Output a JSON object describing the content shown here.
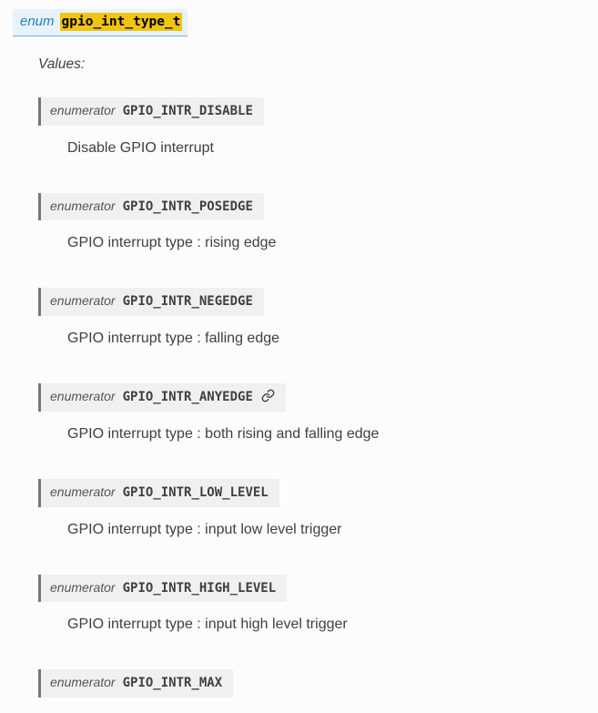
{
  "colors": {
    "highlight": "#f1c40f",
    "signature_bg": "#e7f2fa",
    "signature_accent": "#2980b9",
    "signature_border": "#6ab0de",
    "enumerator_bg": "#f0f0f0",
    "enumerator_border": "#777777",
    "text": "#404040"
  },
  "enum_header": {
    "keyword": "enum",
    "name": "gpio_int_type_t"
  },
  "values_label": "Values:",
  "icons": {
    "anyedge_headerlink": "chain-link-icon"
  },
  "enumerators": [
    {
      "keyword": "enumerator",
      "name": "GPIO_INTR_DISABLE",
      "description": "Disable GPIO interrupt"
    },
    {
      "keyword": "enumerator",
      "name": "GPIO_INTR_POSEDGE",
      "description": "GPIO interrupt type : rising edge"
    },
    {
      "keyword": "enumerator",
      "name": "GPIO_INTR_NEGEDGE",
      "description": "GPIO interrupt type : falling edge"
    },
    {
      "keyword": "enumerator",
      "name": "GPIO_INTR_ANYEDGE",
      "description": "GPIO interrupt type : both rising and falling edge",
      "has_link_icon": true
    },
    {
      "keyword": "enumerator",
      "name": "GPIO_INTR_LOW_LEVEL",
      "description": "GPIO interrupt type : input low level trigger"
    },
    {
      "keyword": "enumerator",
      "name": "GPIO_INTR_HIGH_LEVEL",
      "description": "GPIO interrupt type : input high level trigger"
    },
    {
      "keyword": "enumerator",
      "name": "GPIO_INTR_MAX",
      "description": ""
    }
  ]
}
